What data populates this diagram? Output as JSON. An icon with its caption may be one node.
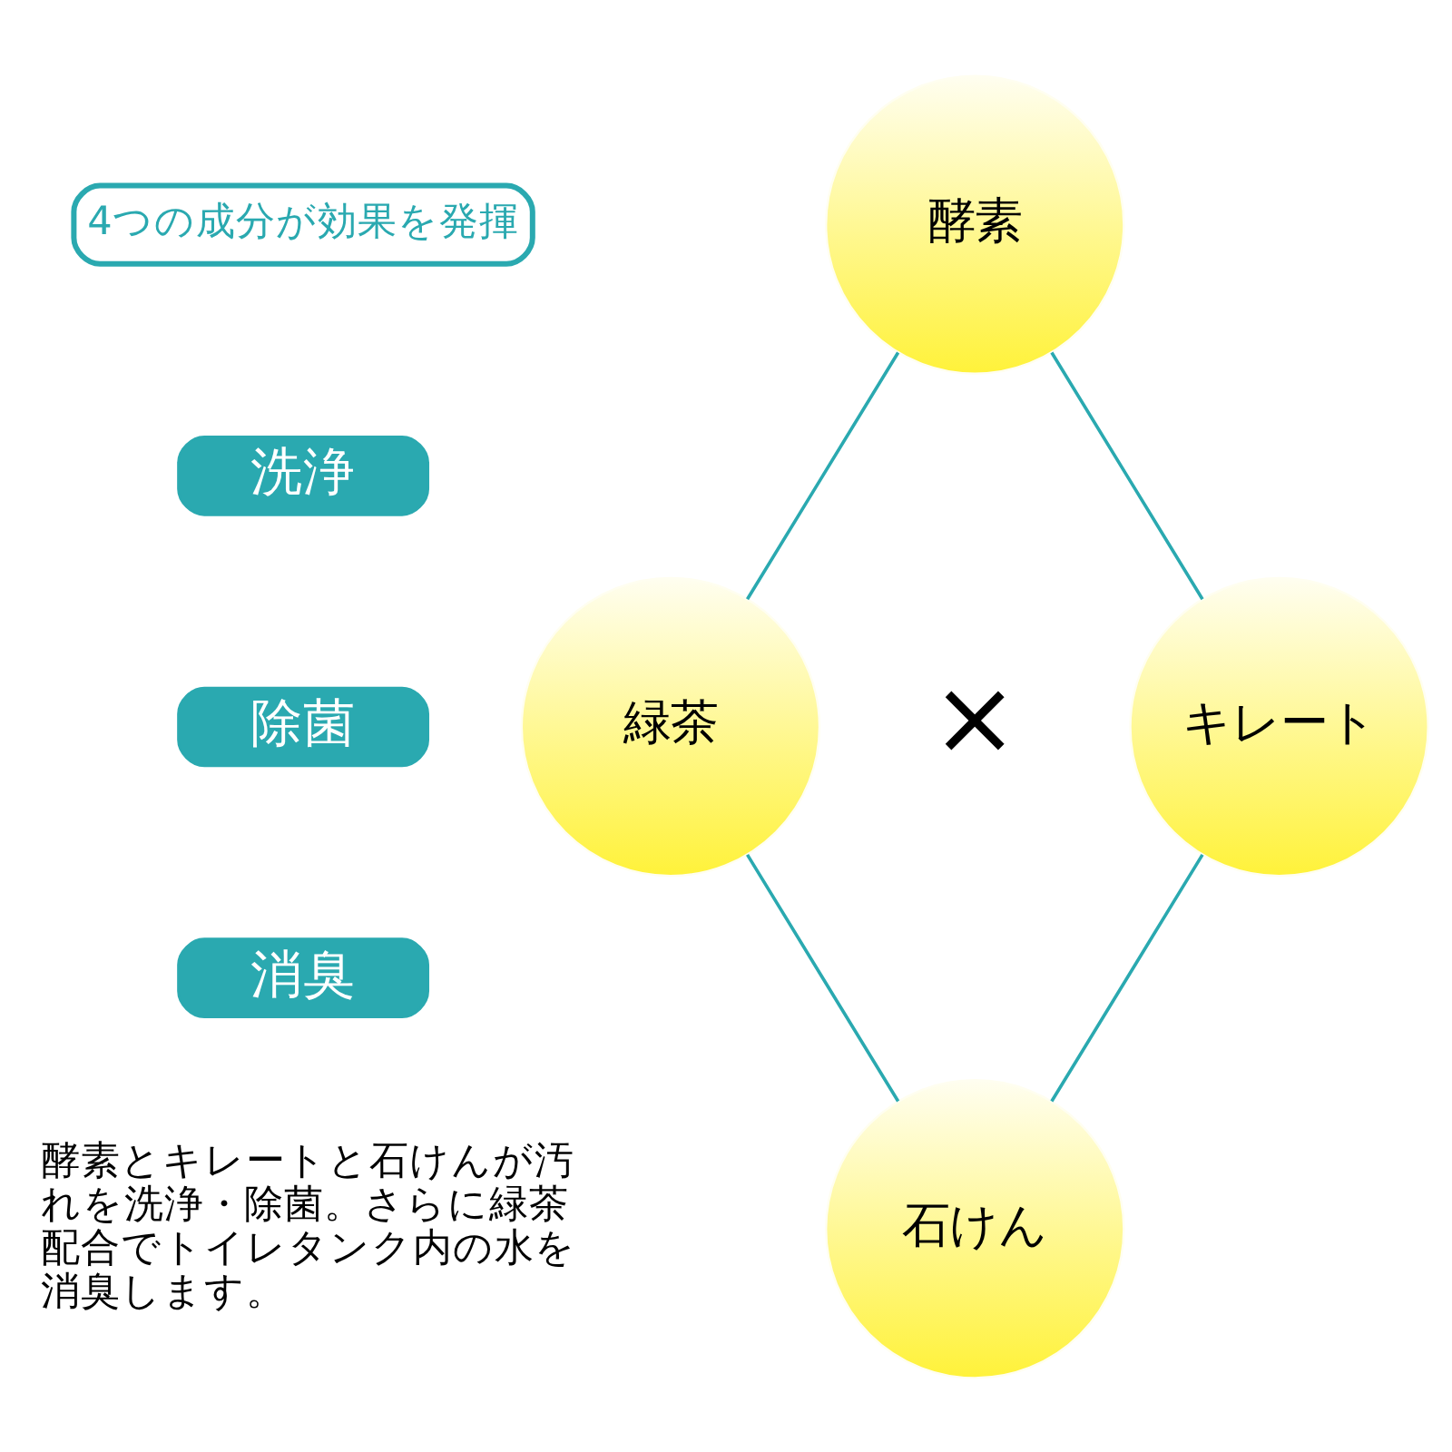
{
  "diagram": {
    "nodes": [
      {
        "text": [
          "4つの成分が効果を発揮"
        ]
      },
      {
        "text": [
          "洗浄"
        ]
      },
      {
        "text": [
          "除菌"
        ]
      },
      {
        "text": [
          "消臭"
        ]
      },
      {
        "text": [
          "酵素"
        ]
      },
      {
        "text": [
          "緑茶"
        ]
      },
      {
        "text": [
          "キレート"
        ]
      },
      {
        "text": [
          "石けん"
        ]
      }
    ],
    "edges": [
      {
        "from": 4,
        "to": 6,
        "arrow": "none"
      },
      {
        "from": 6,
        "to": 7,
        "arrow": "none"
      },
      {
        "from": 7,
        "to": 5,
        "arrow": "none"
      },
      {
        "from": 5,
        "to": 4,
        "arrow": "none"
      }
    ],
    "labels": [
      "×",
      "酵素とキレートと石けんが汚れを洗浄・除菌。さらに緑茶配合でトイレタンク内の水を消臭します。"
    ]
  }
}
